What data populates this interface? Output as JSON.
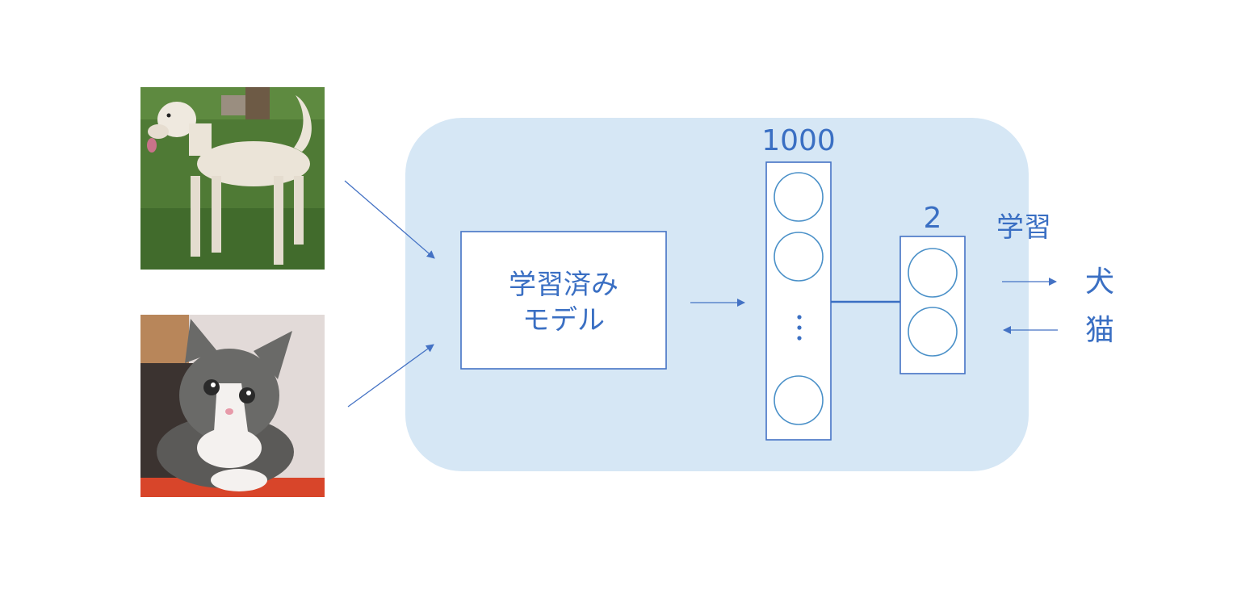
{
  "diagram": {
    "model_label": "学習済み\nモデル",
    "hidden_layer_size": "1000",
    "hidden_layer_ellipsis": "⋮",
    "output_layer_size": "2",
    "training_label": "学習",
    "classes": {
      "dog": "犬",
      "cat": "猫"
    }
  },
  "images": [
    {
      "name": "dog-photo",
      "subject": "dog"
    },
    {
      "name": "cat-photo",
      "subject": "kitten"
    }
  ],
  "colors": {
    "panel_fill": "#d6e7f5",
    "accent": "#3a6fc3",
    "box_border": "#4472c4"
  }
}
